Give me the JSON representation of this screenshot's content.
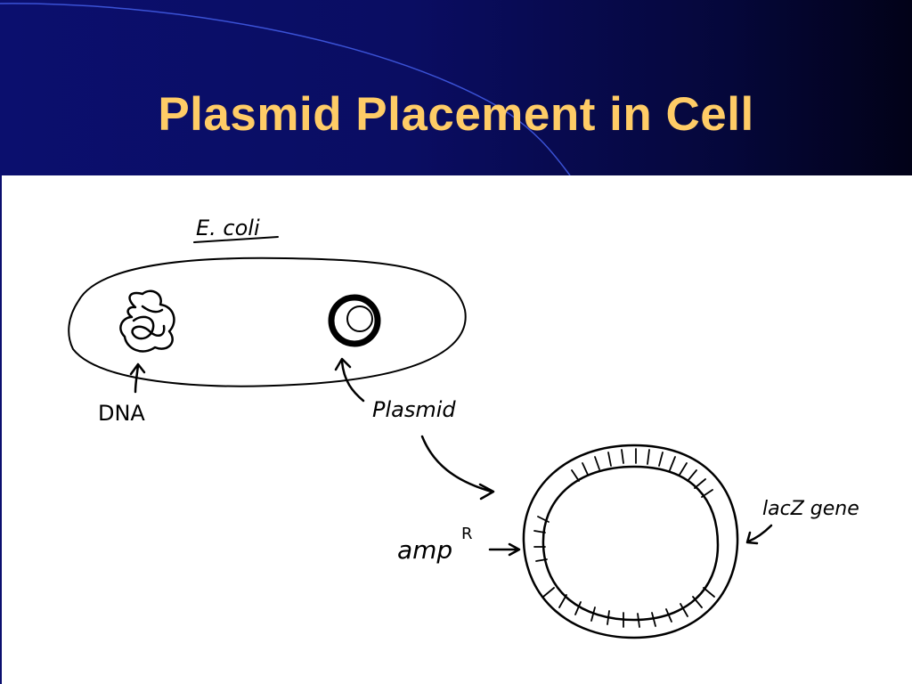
{
  "slide": {
    "title": "Plasmid Placement in Cell",
    "colors": {
      "header": "#0b0f6e",
      "title": "#ffcc66",
      "ink": "#000000"
    }
  },
  "diagram": {
    "cell_label": "E. coli",
    "dna_label": "DNA",
    "plasmid_label": "Plasmid",
    "amp_label": "amp",
    "amp_superscript": "R",
    "lacz_label": "lacZ gene"
  }
}
